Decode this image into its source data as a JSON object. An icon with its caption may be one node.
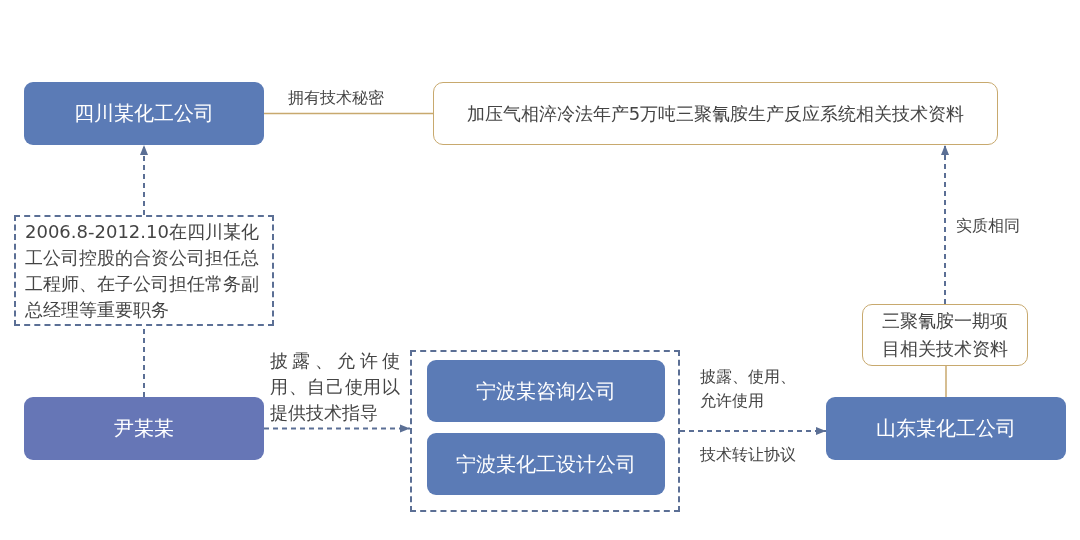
{
  "diagram": {
    "nodes": [
      {
        "text": [
          "四川某化工公司"
        ]
      },
      {
        "text": [
          "加压气相淬冷法年产5万吨三聚氰胺生产反应系统相关技术资料"
        ]
      },
      {
        "text": [
          "2006.8-2012.10在四川某化工公司控股的合资公司担任总工程师、在子公司担任常务副总经理等重要职务"
        ]
      },
      {
        "text": [
          "尹某某"
        ]
      },
      {
        "text": [],
        "shape": "box"
      },
      {
        "text": [
          "宁波某咨询公司"
        ],
        "in": 4
      },
      {
        "text": [
          "宁波某化工设计公司"
        ],
        "in": 4
      },
      {
        "text": [
          "三聚氰胺一期项目相关技术资料"
        ]
      },
      {
        "text": [
          "山东某化工公司"
        ]
      }
    ],
    "edges": [
      {
        "from": 0,
        "to": 1,
        "arrow": "none",
        "label": "拥有技术秘密",
        "color": "#c8a96e"
      },
      {
        "from": 3,
        "to": 2,
        "arrow": "none",
        "style": "dashed"
      },
      {
        "from": 2,
        "to": 0,
        "arrow": "to",
        "style": "dashed"
      },
      {
        "from": 3,
        "to": 4,
        "arrow": "to",
        "style": "dashed",
        "label": "披露、允许使用、自己使用以提供技术指导"
      },
      {
        "from": 4,
        "to": 8,
        "arrow": "to",
        "style": "dashed",
        "label": "披露、使用、允许使用"
      },
      {
        "from": 8,
        "to": 7,
        "arrow": "none",
        "color": "#c8a96e"
      },
      {
        "from": 7,
        "to": 1,
        "arrow": "to",
        "style": "dashed",
        "label": "实质相同"
      }
    ],
    "labels": [
      "技术转让协议"
    ]
  }
}
